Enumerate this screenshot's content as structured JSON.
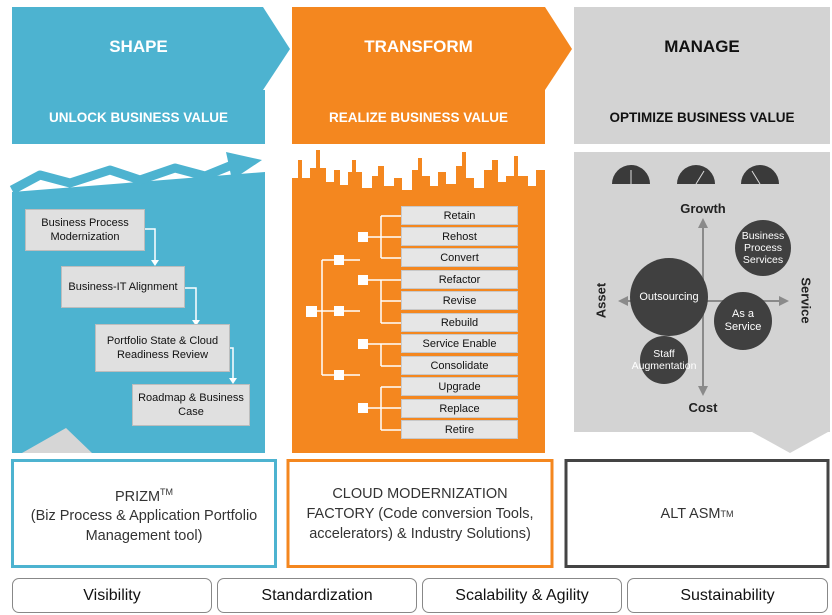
{
  "columns": [
    {
      "header": "SHAPE",
      "subheader": "UNLOCK BUSINESS VALUE"
    },
    {
      "header": "TRANSFORM",
      "subheader": "REALIZE BUSINESS VALUE"
    },
    {
      "header": "MANAGE",
      "subheader": "OPTIMIZE BUSINESS VALUE"
    }
  ],
  "shape_steps": [
    "Business Process Modernization",
    "Business-IT Alignment",
    "Portfolio State & Cloud Readiness Review",
    "Roadmap & Business Case"
  ],
  "transform_options": [
    "Retain",
    "Rehost",
    "Convert",
    "Refactor",
    "Revise",
    "Rebuild",
    "Service Enable",
    "Consolidate",
    "Upgrade",
    "Replace",
    "Retire"
  ],
  "manage": {
    "axes": {
      "top": "Growth",
      "bottom": "Cost",
      "left": "Asset",
      "right": "Service"
    },
    "circles": {
      "outsourcing": "Outsourcing",
      "bps": "Business Process Services",
      "aas": "As a Service",
      "staff": "Staff Augmentation"
    }
  },
  "tools": {
    "prizm_name": "PRIZM",
    "prizm_tm": "TM",
    "prizm_desc": "(Biz Process & Application Portfolio Management tool)",
    "factory": "CLOUD MODERNIZATION FACTORY (Code conversion Tools, accelerators) & Industry Solutions)",
    "altasm_name": "ALT ASM",
    "altasm_tm": "TM"
  },
  "pillars": [
    "Visibility",
    "Standardization",
    "Scalability & Agility",
    "Sustainability"
  ],
  "colors": {
    "blue": "#4db3d0",
    "orange": "#f4871f",
    "gray": "#d3d3d3",
    "dark": "#404040"
  }
}
